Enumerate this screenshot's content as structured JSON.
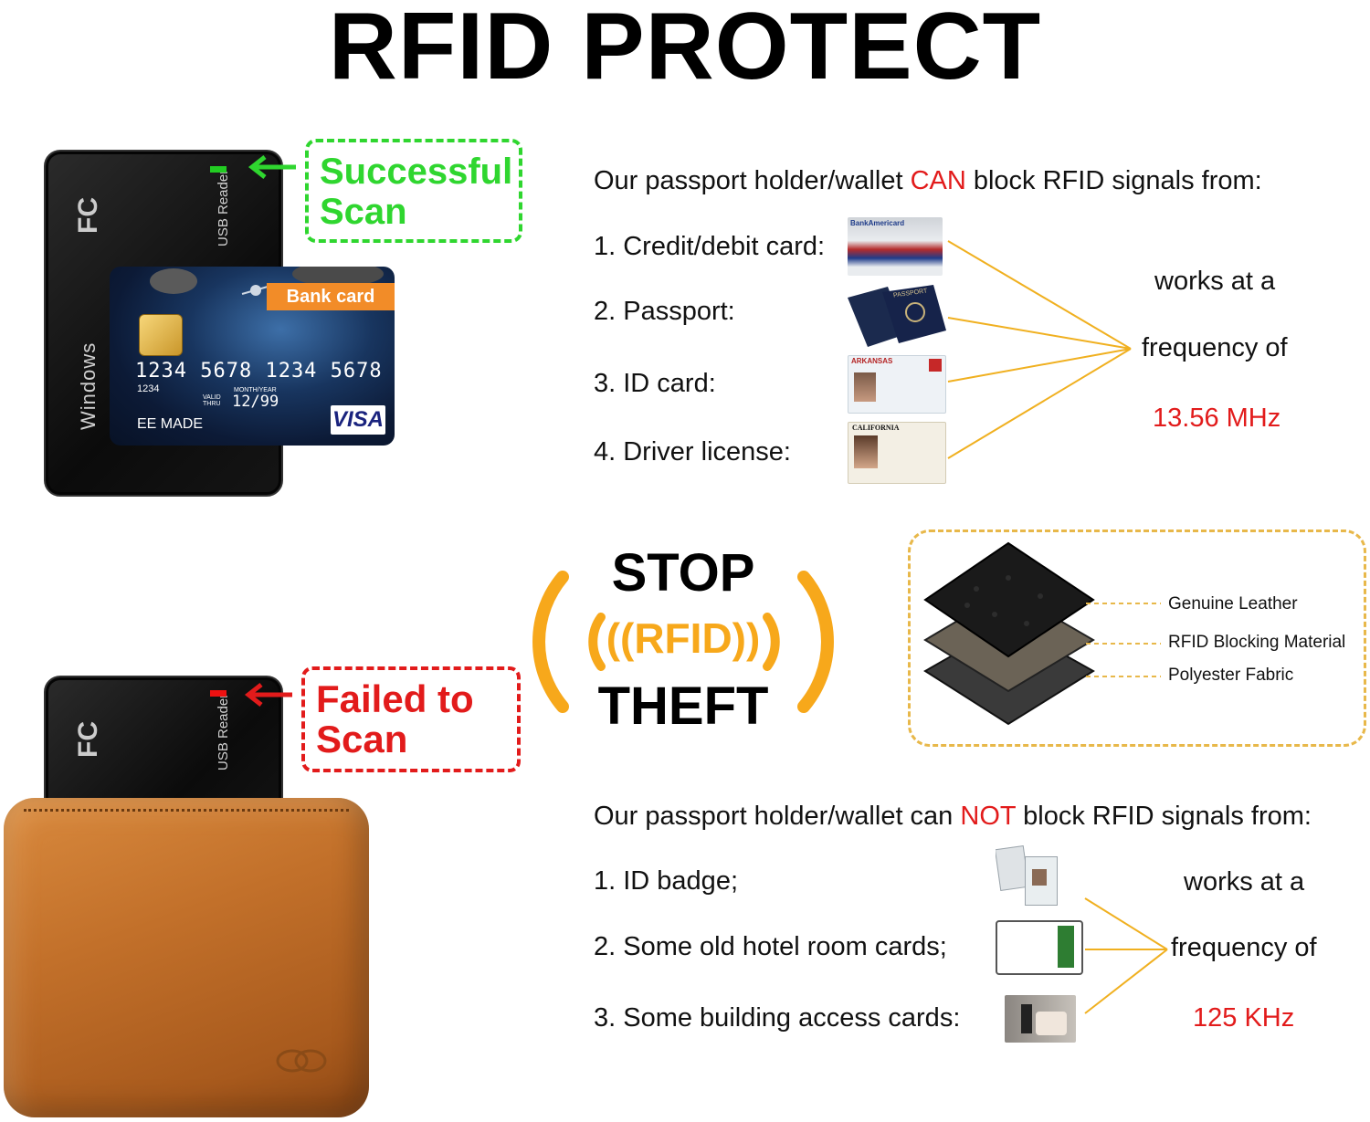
{
  "title": "RFID PROTECT",
  "top_reader": {
    "fc_mark": "FC",
    "side_label": "Windows",
    "usb_label": "USB Reader",
    "led_color": "#22cc22"
  },
  "success_callout": {
    "line1": "Successful",
    "line2": "Scan",
    "color": "#2fd62f"
  },
  "bank_card": {
    "badge": "Bank card",
    "number": "1234 5678 1234 5678",
    "small_number": "1234",
    "valid_label": "VALID THRU",
    "month_year_label": "MONTH/YEAR",
    "expiry": "12/99",
    "holder": "EE MADE",
    "network": "VISA"
  },
  "can_block": {
    "heading_pre": "Our passport holder/wallet ",
    "heading_em": "CAN",
    "heading_post": " block RFID signals from:",
    "items": [
      {
        "label": "1. Credit/debit card:",
        "thumb_text": "BankAmericard"
      },
      {
        "label": "2. Passport:",
        "thumb_text": "PASSPORT"
      },
      {
        "label": "3. ID card:",
        "thumb_text": "ARKANSAS"
      },
      {
        "label": "4. Driver license:",
        "thumb_text": "CALIFORNIA"
      }
    ],
    "freq_line1": "works at a",
    "freq_line2": "frequency of",
    "freq_value": "13.56 MHz",
    "line_color": "#f0b020"
  },
  "stop_badge": {
    "top": "STOP",
    "middle": "RFID",
    "bottom": "THEFT",
    "accent": "#f7a81b"
  },
  "layers": {
    "items": [
      "Genuine Leather",
      "RFID Blocking Material",
      "Polyester Fabric"
    ],
    "border_color": "#e8b84a"
  },
  "bottom_reader": {
    "fc_mark": "FC",
    "usb_label": "USB Reader",
    "led_color": "#ee1111"
  },
  "fail_callout": {
    "line1": "Failed to",
    "line2": "Scan",
    "color": "#e21b1b"
  },
  "cannot_block": {
    "heading_pre": "Our passport holder/wallet can ",
    "heading_em": "NOT",
    "heading_post": " block RFID signals from:",
    "items": [
      {
        "label": "1. ID badge;"
      },
      {
        "label": "2. Some old hotel room cards;"
      },
      {
        "label": "3. Some building access cards:"
      }
    ],
    "freq_line1": "works at a",
    "freq_line2": "frequency of",
    "freq_value": "125 KHz"
  }
}
